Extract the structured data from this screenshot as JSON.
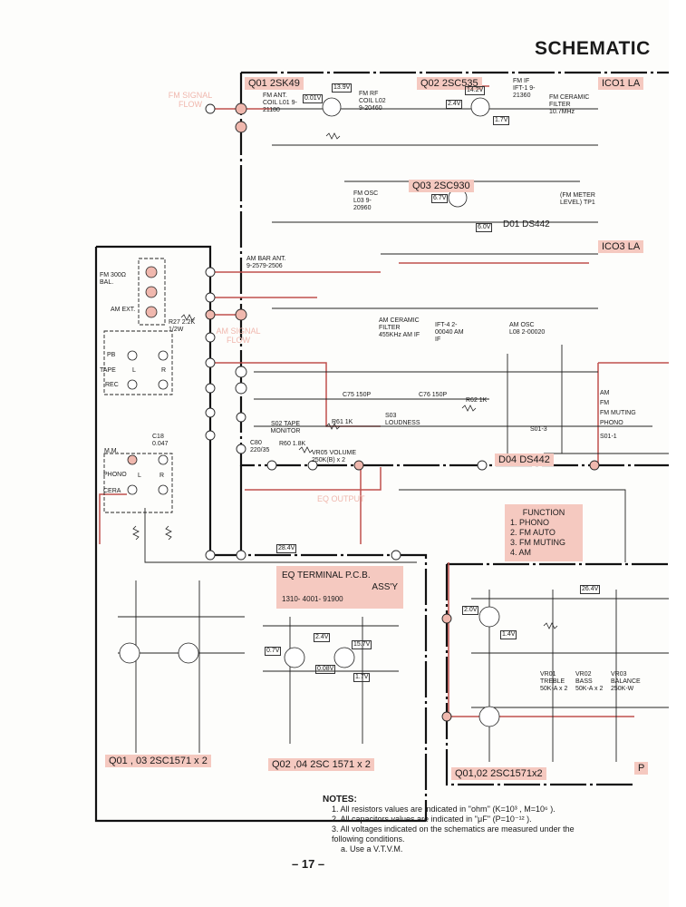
{
  "page_title": "SCHEMATIC",
  "page_number": "– 17 –",
  "highlight_color": "#f5c9c0",
  "signal_color": "#c0504d",
  "part_labels": [
    "Q01  2SK49",
    "Q02  2SC535",
    "ICO1  LA",
    "Q03  2SC930",
    "D01  DS442",
    "ICO3  LA",
    "D04  DS442",
    "Q01 , 03   2SC1571 x 2",
    "Q02 ,04   2SC 1571 x 2",
    "Q01,02  2SC1571x2",
    "P"
  ],
  "flow_labels": {
    "fm": "FM SIGNAL FLOW",
    "am": "AM SIGNAL FLOW",
    "eq": "EQ OUTPUT"
  },
  "inputs": {
    "fm": "FM 300Ω BAL.",
    "am": "AM EXT.",
    "r27": "R27 2.2K 1/2W",
    "pb": "PB",
    "tape": "TAPE",
    "rec": "REC",
    "l": "L",
    "r": "R",
    "mm": "M.M.",
    "phono": "PHONO",
    "cera": "CERA",
    "c18": "C18 0.047"
  },
  "components": {
    "fm_ant_coil": "FM ANT. COIL L01 9-21180",
    "fm_rf_coil": "FM RF COIL L02 9-20460",
    "fm_if": "FM IF IFT-1 9-21360",
    "fm_ceramic": "FM CERAMIC FILTER 10.7MHz",
    "am_bar": "AM BAR ANT. 9-2579-2506",
    "am_ceramic": "AM CERAMIC FILTER 455KHz AM IF",
    "ift4": "IFT-4 2-00040 AM IF",
    "am_osc": "AM OSC L08 2-00020",
    "fm_osc": "FM OSC L03 9-20960",
    "fm_meter": "(FM METER LEVEL) TP1",
    "s02": "S02 TAPE MONITOR",
    "loudness": "S03 LOUDNESS",
    "vr05": "VR05 VOLUME 250K(B) x 2",
    "s01_3": "S01-3",
    "s01_1": "S01-1",
    "sel_am": "AM",
    "sel_fm": "FM",
    "sel_muting": "FM MUTING",
    "sel_phono": "PHONO",
    "vr01": "VR01 TREBLE 50K-A x 2",
    "vr02": "VR02 BASS 50K-A x 2",
    "vr03": "VR03 BALANCE 250K-W",
    "c80": "C80 220/35",
    "r60": "R60 1.8K",
    "r61": "R61 1K",
    "r62": "R62 1K",
    "c75": "C75 150P",
    "c76": "C76 150P"
  },
  "voltages": [
    "13.9V",
    "0.01V",
    "2.4V",
    "14.2V",
    "1.7V",
    "6.7V",
    "6.0V",
    "28.4V",
    "0.7V",
    "2.4V",
    "15.7V",
    "0.08V",
    "1.7V",
    "2.0V",
    "1.4V",
    "26.4V"
  ],
  "function_box": {
    "title": "FUNCTION",
    "items": [
      "1.  PHONO",
      "2.  FM  AUTO",
      "3.  FM  MUTING",
      "4.  AM"
    ]
  },
  "eq_terminal": {
    "line1": "EQ  TERMINAL  P.C.B.",
    "line2": "ASS'Y",
    "part_no": "1310- 4001- 91900"
  },
  "notes": {
    "title": "NOTES:",
    "items": [
      "1.  All resistors values are indicated in ''ohm'' (K=10³ , M=10⁶ ).",
      "2.  All capacitors values are indicated in ''μF'' (P=10⁻¹² ).",
      "3.  All voltages indicated on the schematics are measured under the following conditions.",
      "a.  Use a V.T.V.M."
    ]
  }
}
